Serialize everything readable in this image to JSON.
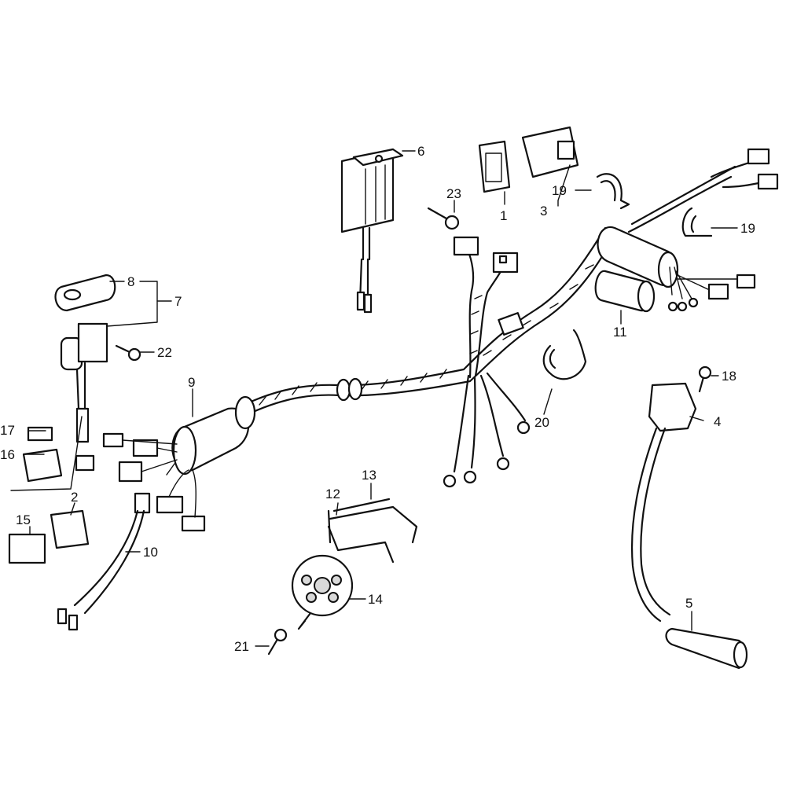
{
  "diagram": {
    "callouts": [
      {
        "id": "c1",
        "text": "1"
      },
      {
        "id": "c2",
        "text": "2"
      },
      {
        "id": "c3",
        "text": "3"
      },
      {
        "id": "c4",
        "text": "4"
      },
      {
        "id": "c5",
        "text": "5"
      },
      {
        "id": "c6",
        "text": "6"
      },
      {
        "id": "c7",
        "text": "7"
      },
      {
        "id": "c8",
        "text": "8"
      },
      {
        "id": "c9",
        "text": "9"
      },
      {
        "id": "c10",
        "text": "10"
      },
      {
        "id": "c11",
        "text": "11"
      },
      {
        "id": "c12",
        "text": "12"
      },
      {
        "id": "c13",
        "text": "13"
      },
      {
        "id": "c14",
        "text": "14"
      },
      {
        "id": "c15",
        "text": "15"
      },
      {
        "id": "c16",
        "text": "16"
      },
      {
        "id": "c17",
        "text": "17"
      },
      {
        "id": "c18",
        "text": "18"
      },
      {
        "id": "c19a",
        "text": "19"
      },
      {
        "id": "c19b",
        "text": "19"
      },
      {
        "id": "c20",
        "text": "20"
      },
      {
        "id": "c21",
        "text": "21"
      },
      {
        "id": "c22",
        "text": "22"
      },
      {
        "id": "c23",
        "text": "23"
      }
    ]
  }
}
